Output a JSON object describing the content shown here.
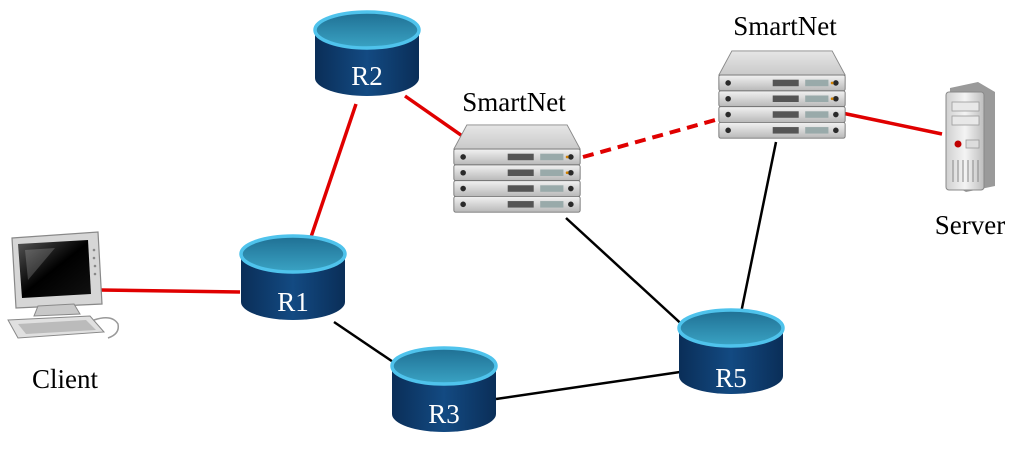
{
  "diagram": {
    "nodes": {
      "client": {
        "label": "Client"
      },
      "server": {
        "label": "Server"
      },
      "r1": {
        "label": "R1"
      },
      "r2": {
        "label": "R2"
      },
      "r3": {
        "label": "R3"
      },
      "r5": {
        "label": "R5"
      },
      "smartnet_a": {
        "label": "SmartNet"
      },
      "smartnet_b": {
        "label": "SmartNet"
      }
    },
    "colors": {
      "path_highlight": "#e00000",
      "link_normal": "#000000",
      "router_body": "#0e3b6e",
      "router_top": "#2e8fb0",
      "router_rim": "#4fc3ec"
    }
  }
}
